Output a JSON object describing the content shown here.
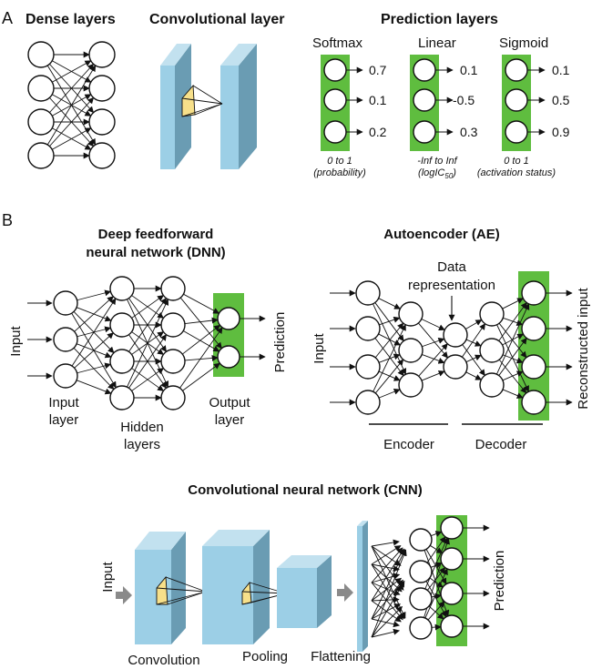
{
  "panel_a": {
    "letter": "A",
    "dense_title": "Dense layers",
    "conv_title": "Convolutional layer",
    "pred_title": "Prediction layers",
    "prediction_layers": [
      {
        "name": "Softmax",
        "outputs": [
          "0.7",
          "0.1",
          "0.2"
        ],
        "range": "0 to 1",
        "note": "(probability)"
      },
      {
        "name": "Linear",
        "outputs": [
          "0.1",
          "-0.5",
          "0.3"
        ],
        "range": "-Inf to Inf",
        "note_prefix": "(logIC",
        "note_sub": "50",
        "note_suffix": ")"
      },
      {
        "name": "Sigmoid",
        "outputs": [
          "0.1",
          "0.5",
          "0.9"
        ],
        "range": "0 to 1",
        "note": "(activation status)"
      }
    ]
  },
  "panel_b": {
    "letter": "B",
    "dnn": {
      "title_line1": "Deep feedforward",
      "title_line2": "neural network (DNN)",
      "input": "Input",
      "prediction": "Prediction",
      "input_layer_1": "Input",
      "input_layer_2": "layer",
      "hidden_1": "Hidden",
      "hidden_2": "layers",
      "output_1": "Output",
      "output_2": "layer"
    },
    "ae": {
      "title": "Autoencoder (AE)",
      "data_rep_1": "Data",
      "data_rep_2": "representation",
      "input": "Input",
      "reconstructed": "Reconstructed input",
      "encoder": "Encoder",
      "decoder": "Decoder"
    },
    "cnn": {
      "title": "Convolutional neural network (CNN)",
      "input": "Input",
      "prediction": "Prediction",
      "convolution": "Convolution",
      "pooling": "Pooling",
      "flattening": "Flattening"
    }
  },
  "colors": {
    "green": "#5fbd3f",
    "slab_front": "#9ccfe6",
    "slab_side": "#6a9cb3",
    "filter": "#f7e08a"
  }
}
